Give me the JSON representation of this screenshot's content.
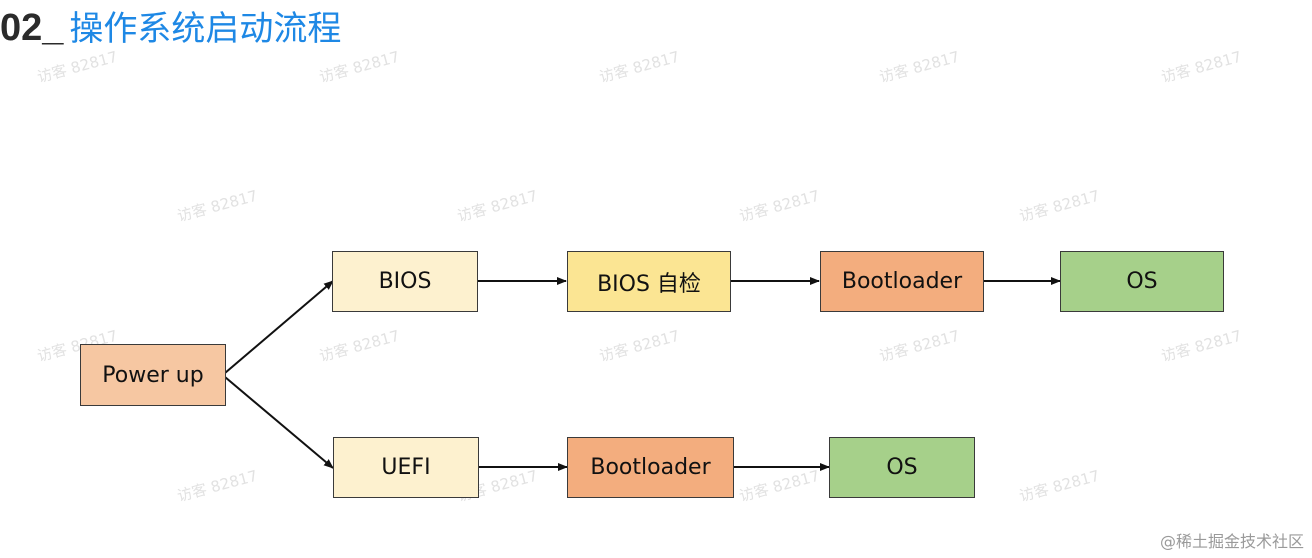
{
  "header": {
    "number": "02_",
    "title": "操作系统启动流程"
  },
  "watermark_text": "访客 82817",
  "footer": "@稀土掘金技术社区",
  "colors": {
    "title_number": "#2b2b2b",
    "title_text": "#1e88e5",
    "peach": "#f6c7a2",
    "light_yellow": "#fdf1cf",
    "yellow": "#fbe593",
    "orange": "#f3ad7e",
    "green": "#a6d08a",
    "border": "#3a3a3a",
    "arrow": "#111111"
  },
  "diagram": {
    "nodes": {
      "power": {
        "label": "Power up",
        "color": "#f6c7a2"
      },
      "bios": {
        "label": "BIOS",
        "color": "#fdf1cf"
      },
      "bios_check": {
        "label": "BIOS 自检",
        "color": "#fbe593"
      },
      "bootloader_top": {
        "label": "Bootloader",
        "color": "#f3ad7e"
      },
      "os_top": {
        "label": "OS",
        "color": "#a6d08a"
      },
      "uefi": {
        "label": "UEFI",
        "color": "#fdf1cf"
      },
      "bootloader_bottom": {
        "label": "Bootloader",
        "color": "#f3ad7e"
      },
      "os_bottom": {
        "label": "OS",
        "color": "#a6d08a"
      }
    },
    "edges": [
      {
        "from": "power",
        "to": "bios"
      },
      {
        "from": "power",
        "to": "uefi"
      },
      {
        "from": "bios",
        "to": "bios_check"
      },
      {
        "from": "bios_check",
        "to": "bootloader_top"
      },
      {
        "from": "bootloader_top",
        "to": "os_top"
      },
      {
        "from": "uefi",
        "to": "bootloader_bottom"
      },
      {
        "from": "bootloader_bottom",
        "to": "os_bottom"
      }
    ]
  }
}
